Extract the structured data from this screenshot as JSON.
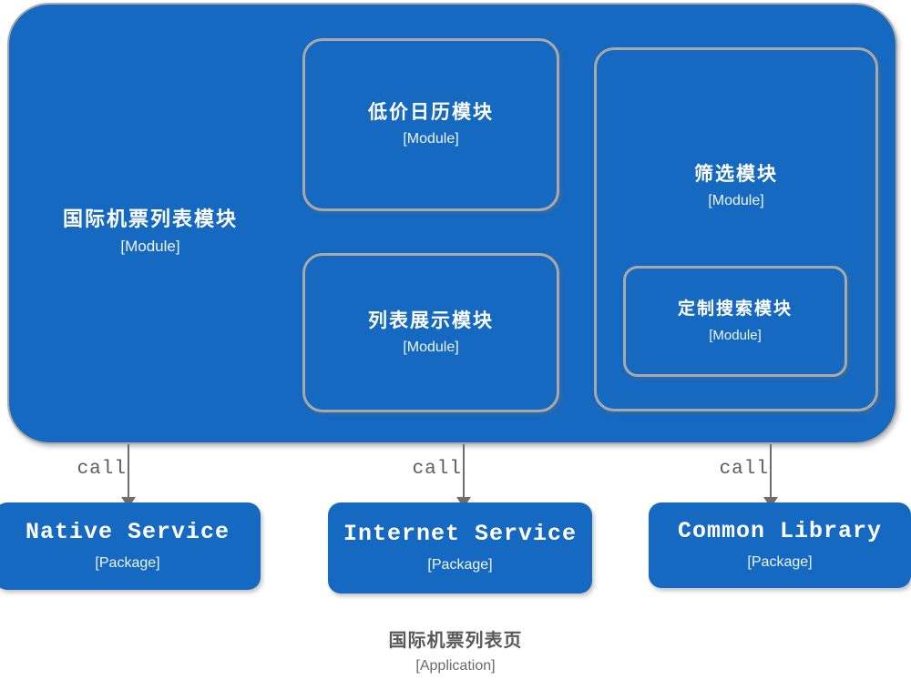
{
  "diagram": {
    "type": "software-architecture-c4-style",
    "background_color": "#ffffff",
    "node_fill_color": "#1569C0",
    "node_border_color": "#a9a9a9",
    "connector_color": "#6e6e6e",
    "caption_text_color": "#595959"
  },
  "outer_module": {
    "title": "国际机票列表模块",
    "stereotype": "[Module]"
  },
  "submodules": [
    {
      "key": "lowprice_calendar",
      "title": "低价日历模块",
      "stereotype": "[Module]"
    },
    {
      "key": "list_display",
      "title": "列表展示模块",
      "stereotype": "[Module]"
    },
    {
      "key": "filter",
      "title": "筛选模块",
      "stereotype": "[Module]"
    },
    {
      "key": "custom_search",
      "title": "定制搜索模块",
      "stereotype": "[Module]"
    }
  ],
  "connectors": [
    {
      "key": "native",
      "label": "call"
    },
    {
      "key": "internet",
      "label": "call"
    },
    {
      "key": "common",
      "label": "call"
    }
  ],
  "packages": [
    {
      "key": "native_service",
      "title": "Native Service",
      "stereotype": "[Package]"
    },
    {
      "key": "internet_service",
      "title": "Internet Service",
      "stereotype": "[Package]"
    },
    {
      "key": "common_library",
      "title": "Common Library",
      "stereotype": "[Package]"
    }
  ],
  "caption": {
    "title": "国际机票列表页",
    "stereotype": "[Application]"
  }
}
